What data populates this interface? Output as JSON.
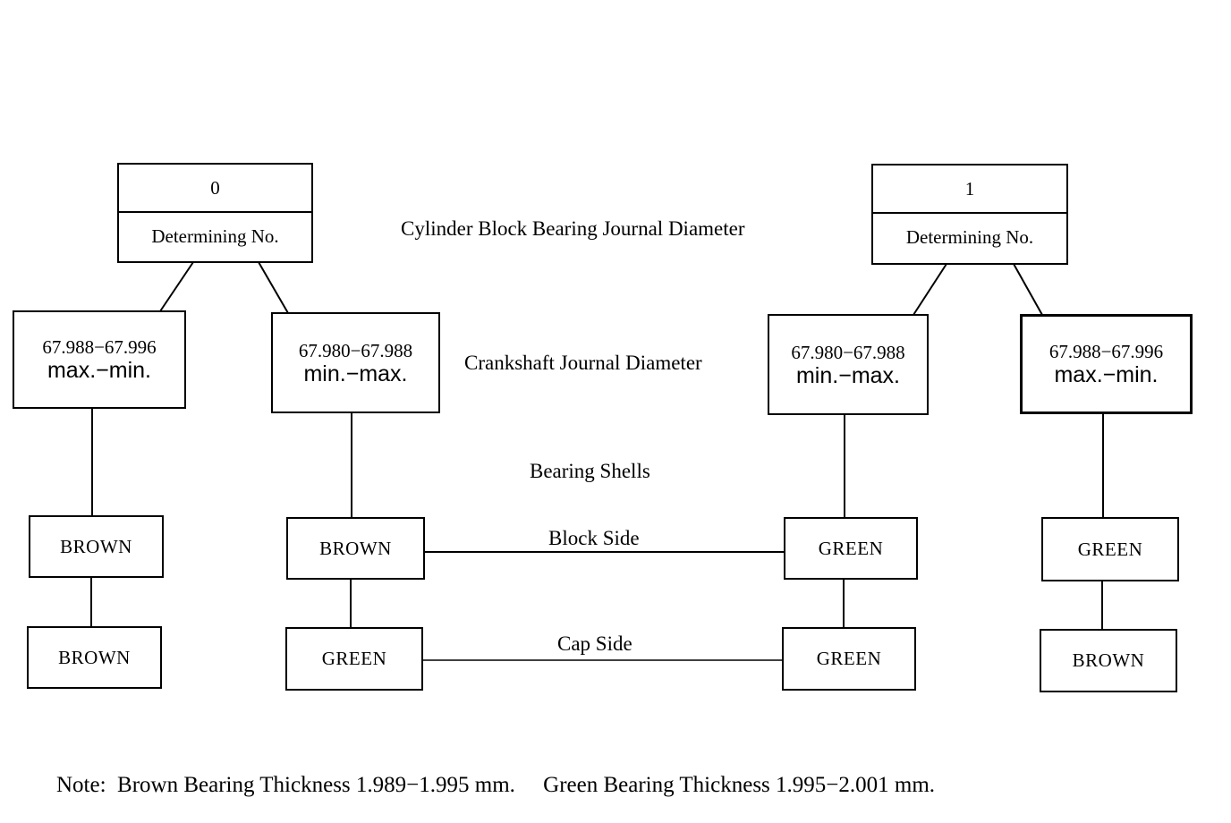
{
  "determining_left": {
    "number": "0",
    "label": "Determining No."
  },
  "determining_right": {
    "number": "1",
    "label": "Determining No."
  },
  "labels": {
    "cylinder_block": "Cylinder Block Bearing Journal Diameter",
    "crankshaft": "Crankshaft Journal Diameter",
    "bearing_shells": "Bearing Shells",
    "block_side": "Block Side",
    "cap_side": "Cap Side"
  },
  "journals": [
    {
      "range": "67.988−67.996",
      "order": "max.−min."
    },
    {
      "range": "67.980−67.988",
      "order": "min.−max."
    },
    {
      "range": "67.980−67.988",
      "order": "min.−max."
    },
    {
      "range": "67.988−67.996",
      "order": "max.−min."
    }
  ],
  "block_side_shells": [
    "BROWN",
    "BROWN",
    "GREEN",
    "GREEN"
  ],
  "cap_side_shells": [
    "BROWN",
    "GREEN",
    "GREEN",
    "BROWN"
  ],
  "note": {
    "prefix": "Note:",
    "brown": "Brown Bearing Thickness 1.989−1.995 mm.",
    "green": "Green Bearing Thickness 1.995−2.001 mm."
  }
}
